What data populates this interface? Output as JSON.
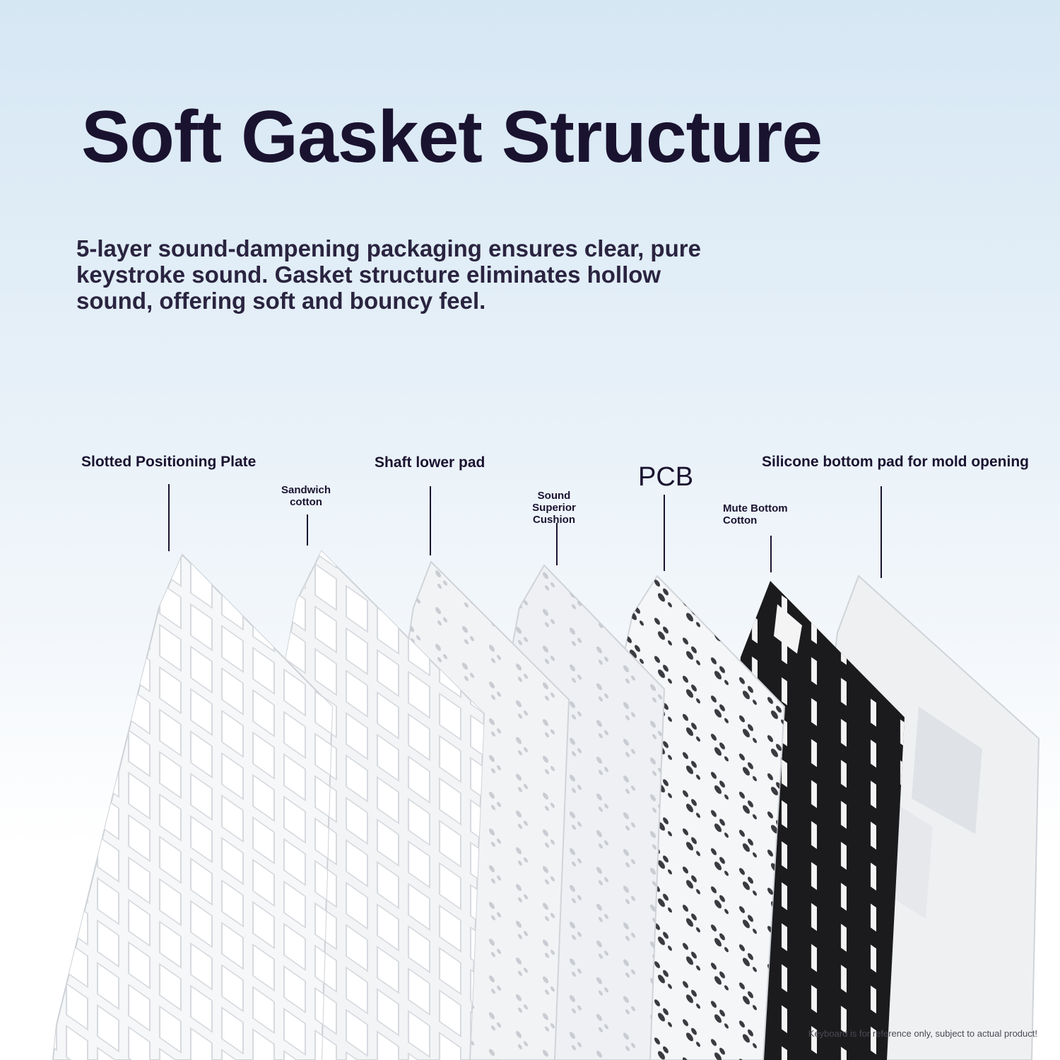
{
  "heading": {
    "title": "Soft Gasket Structure",
    "description": "5-layer sound-dampening packaging ensures clear, pure keystroke sound. Gasket structure eliminates hollow sound, offering soft and bouncy feel."
  },
  "layers": [
    {
      "label": "Slotted Positioning Plate"
    },
    {
      "label": "Sandwich cotton"
    },
    {
      "label": "Shaft lower pad"
    },
    {
      "label": "Sound Superior Cushion"
    },
    {
      "label": "PCB"
    },
    {
      "label": "Mute Bottom Cotton"
    },
    {
      "label": "Silicone bottom pad for mold opening"
    }
  ],
  "footer": {
    "disclaimer": "Keyboard is for reference only, subject to actual product!"
  },
  "colors": {
    "title_text": "#1a1330",
    "background_top": "#d6e7f4",
    "layer_white": "#f4f5f7",
    "layer_black": "#1b1b1d"
  }
}
